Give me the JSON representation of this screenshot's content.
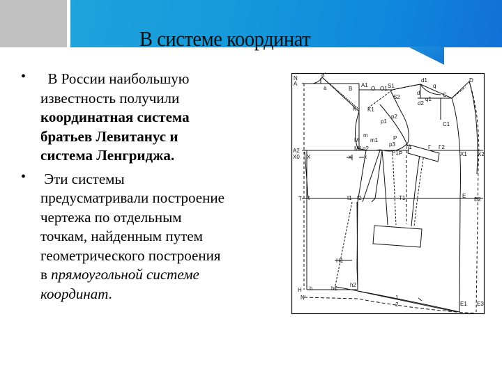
{
  "header": {
    "title": "В системе координат",
    "colors": {
      "banner": "#1499dc",
      "banner_dark": "#1270d6",
      "gray_block": "#c0c0c0"
    }
  },
  "bullets": [
    {
      "marker": "•",
      "lines": [
        {
          "text": "  В России наибольшую",
          "style": "normal"
        },
        {
          "text": "известность получили",
          "style": "normal"
        },
        {
          "text": "координатная система",
          "style": "bold"
        },
        {
          "text": "братьев Левитанус и",
          "style": "bold"
        },
        {
          "text": "система Ленгриджа.",
          "style": "bold"
        }
      ]
    },
    {
      "marker": "•",
      "lines": [
        {
          "text": " Эти системы",
          "style": "normal"
        },
        {
          "text": "предусматривали построение",
          "style": "normal"
        },
        {
          "text": "чертежа по отдельным",
          "style": "normal"
        },
        {
          "text": "точкам, найденным путем",
          "style": "normal"
        },
        {
          "text": "геометрического построения",
          "style": "normal"
        },
        {
          "text_prefix": "в ",
          "text": "прямоугольной системе",
          "style": "italic"
        },
        {
          "text": "координат",
          "style": "italic",
          "suffix": "."
        }
      ]
    }
  ],
  "diagram": {
    "description": "pattern-drafting-grid",
    "labels": {
      "N": "N",
      "A": "A",
      "a_top": "a'",
      "a": "a",
      "B": "B",
      "A1": "A1",
      "O": "O",
      "O1": "O1",
      "S1": "S1",
      "S2": "S2",
      "d1": "d1",
      "q": "q",
      "d": "d",
      "q1": "q1",
      "d2": "d2",
      "C": "C",
      "C1": "C1",
      "D": "D",
      "K": "K",
      "K1": "K1",
      "p2": "p2",
      "p1": "p1",
      "m": "m",
      "M": "M",
      "m1": "m1",
      "P_arm": "P",
      "p3": "p3",
      "M1": "M1",
      "n2": "n2",
      "A2": "A2",
      "X0": "X0",
      "X": "X",
      "x_left": "x",
      "x_right": "x",
      "P1": "P1",
      "P": "P",
      "G1": "Г1",
      "G": "Г",
      "G2": "Г2",
      "X1": "X1",
      "X2": "X2",
      "T": "T",
      "t": "t",
      "t1": "t1",
      "t2": "t2",
      "T1": "T1",
      "E": "E",
      "E2": "E2",
      "H1": "H1",
      "I": "I",
      "H": "H",
      "h": "h",
      "h1": "h1",
      "h2": "h2",
      "N1": "N'",
      "one": "1",
      "two": "2",
      "E1": "E1",
      "E3": "E3"
    }
  }
}
